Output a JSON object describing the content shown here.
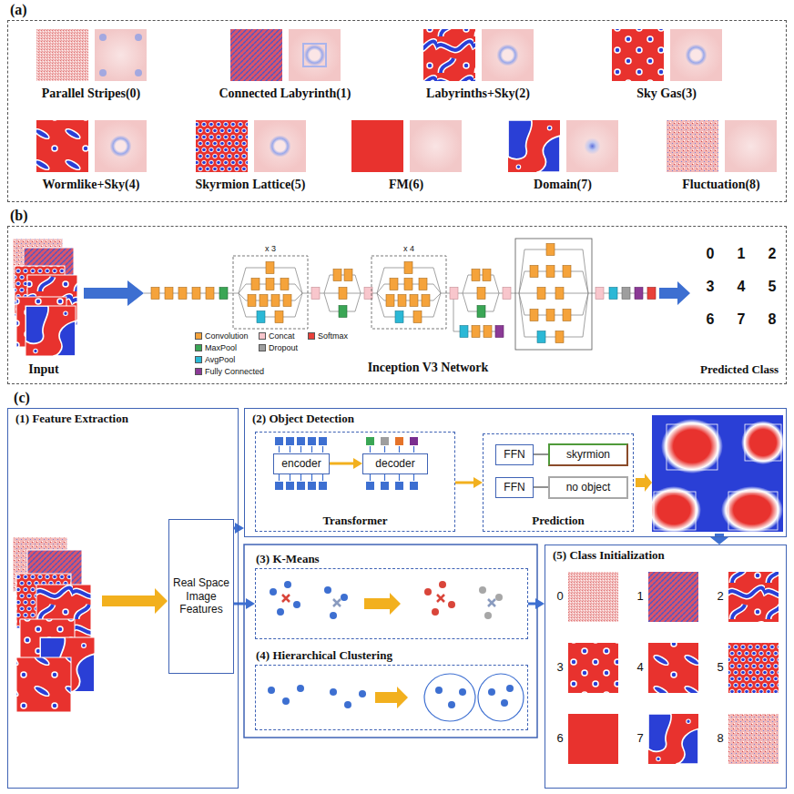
{
  "diagram": {
    "nodes": [
      {
        "text": [
          "(a)"
        ]
      },
      {
        "text": [
          "(b)"
        ]
      },
      {
        "text": [
          "(1) Feature Extraction"
        ]
      },
      {
        "text": [
          "Real Space Image Features"
        ],
        "in": 2
      },
      {
        "text": [
          "(2) Object Detection"
        ]
      },
      {
        "text": [
          "Transformer"
        ],
        "in": 4
      },
      {
        "text": [
          "encoder"
        ],
        "in": 5
      },
      {
        "text": [
          "decoder"
        ],
        "in": 5
      },
      {
        "text": [
          "Prediction"
        ],
        "in": 4
      },
      {
        "text": [
          "FFN"
        ],
        "in": 8
      },
      {
        "text": [
          "skyrmion"
        ],
        "in": 8
      },
      {
        "text": [
          "FFN"
        ],
        "in": 8
      },
      {
        "text": [
          "no object"
        ],
        "in": 8
      },
      {
        "text": [
          "(3) K-Means"
        ]
      },
      {
        "text": [
          "(4) Hierarchical Clustering"
        ]
      },
      {
        "text": [
          "(5) Class Initialization"
        ]
      }
    ],
    "edges": [
      {
        "from": 3,
        "to": 4,
        "arrow": "to"
      },
      {
        "from": 3,
        "to": 13,
        "arrow": "to"
      },
      {
        "from": 6,
        "to": 7,
        "arrow": "to"
      },
      {
        "from": 5,
        "to": 8,
        "arrow": "to"
      },
      {
        "from": 9,
        "to": 10,
        "arrow": "none"
      },
      {
        "from": 11,
        "to": 12,
        "arrow": "none"
      },
      {
        "from": 13,
        "to": 15,
        "arrow": "to"
      }
    ],
    "labels": [
      "Parallel Stripes(0)",
      "Connected Labyrinth(1)",
      "Labyrinths+Sky(2)",
      "Sky Gas(3)",
      "Wormlike+Sky(4)",
      "Skyrmion Lattice(5)",
      "FM(6)",
      "Domain(7)",
      "Fluctuation(8)",
      "x 3",
      "x 4",
      "Input",
      "Inception V3 Network",
      "Predicted Class",
      "0",
      "1",
      "2",
      "3",
      "4",
      "5",
      "6",
      "7",
      "8",
      "(c)",
      "0",
      "1",
      "2",
      "3",
      "4",
      "5",
      "6",
      "7",
      "8"
    ],
    "legend": [
      {
        "text": "Convolution",
        "color": "#f5a33b"
      },
      {
        "text": "Concat",
        "color": "#f8c6cc"
      },
      {
        "text": "Softmax",
        "color": "#e8403a"
      },
      {
        "text": "MaxPool",
        "color": "#3aa655"
      },
      {
        "text": "Dropout",
        "color": "#9e9e9e"
      },
      {
        "text": "AvgPool",
        "color": "#2bb8d6"
      },
      {
        "text": "Fully Connected",
        "color": "#8b3a96"
      }
    ]
  }
}
